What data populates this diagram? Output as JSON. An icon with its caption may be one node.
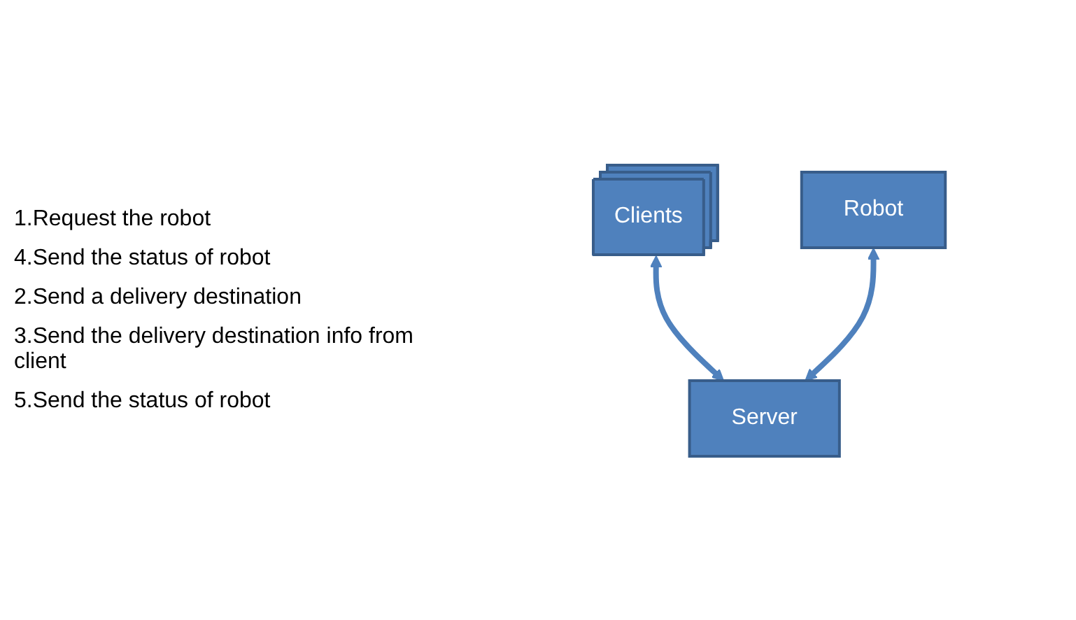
{
  "diagram": {
    "nodes": [
      {
        "text": [
          "Clients"
        ]
      },
      {
        "text": [
          "Robot"
        ]
      },
      {
        "text": [
          "Server"
        ]
      }
    ],
    "edges": [
      {
        "from": 0,
        "to": 2,
        "arrow": "both"
      },
      {
        "from": 1,
        "to": 2,
        "arrow": "both"
      }
    ],
    "labels": [
      "1.Request the robot",
      "4.Send the status of robot",
      "2.Send a delivery destination",
      "3.Send the delivery destination info from client",
      "5.Send the status of robot"
    ]
  }
}
